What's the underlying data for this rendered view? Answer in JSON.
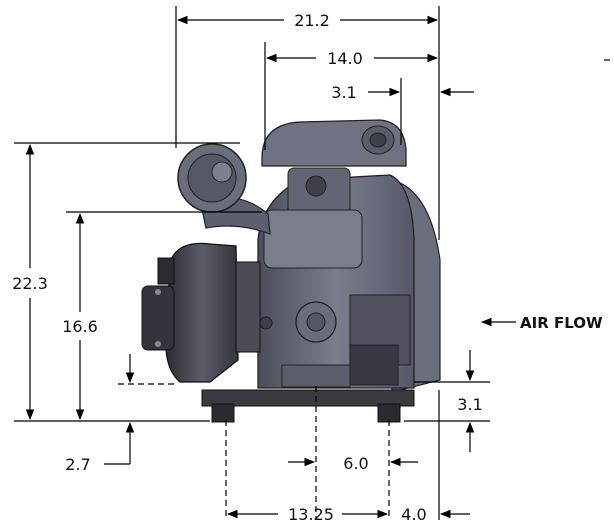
{
  "dimensions": {
    "overall_width": "21.2",
    "engine_width": "14.0",
    "top_offset": "3.1",
    "overall_height": "22.3",
    "inlet_height": "16.6",
    "inlet_offset": "2.7",
    "base_height": "3.1",
    "mount_spacing": "6.0",
    "base_length": "13.25",
    "rear_offset": "4.0"
  },
  "labels": {
    "air_flow": "AIR FLOW"
  },
  "colors": {
    "body": "#5e6270",
    "body_dark": "#2e3039",
    "body_light": "#8a8e9b",
    "base": "#3a3b40",
    "pump": "#45474f"
  }
}
